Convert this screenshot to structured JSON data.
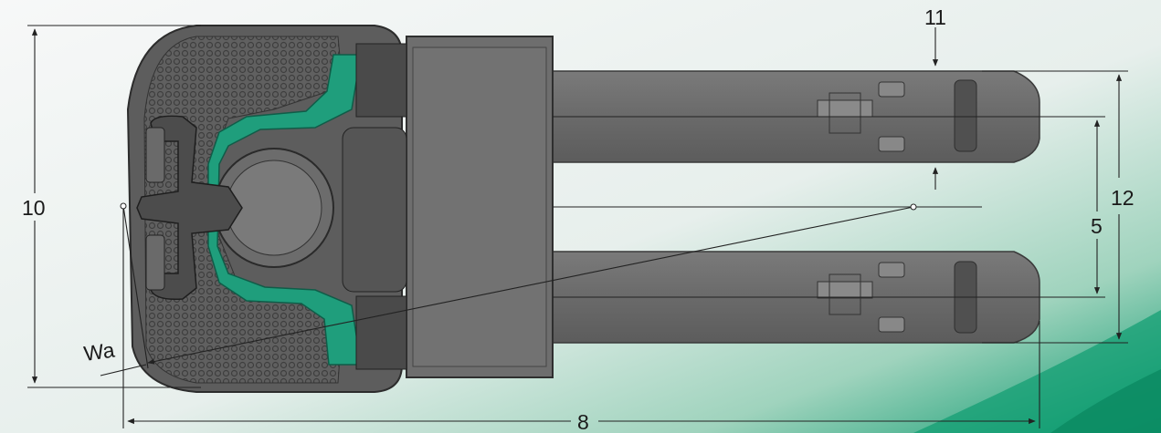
{
  "dimension_labels": {
    "overall_length": "8",
    "overall_height": "10",
    "fork_gap_top": "11",
    "fork_centre_spacing": "5",
    "overall_width": "12",
    "turning_radius": "Wa"
  },
  "colors": {
    "background_light": "#f4f6f5",
    "background_accent": "#0f9a72",
    "truck_body": "#6b6b6b",
    "chassis_green": "#1f9e7c",
    "dimension_line": "#222222"
  }
}
